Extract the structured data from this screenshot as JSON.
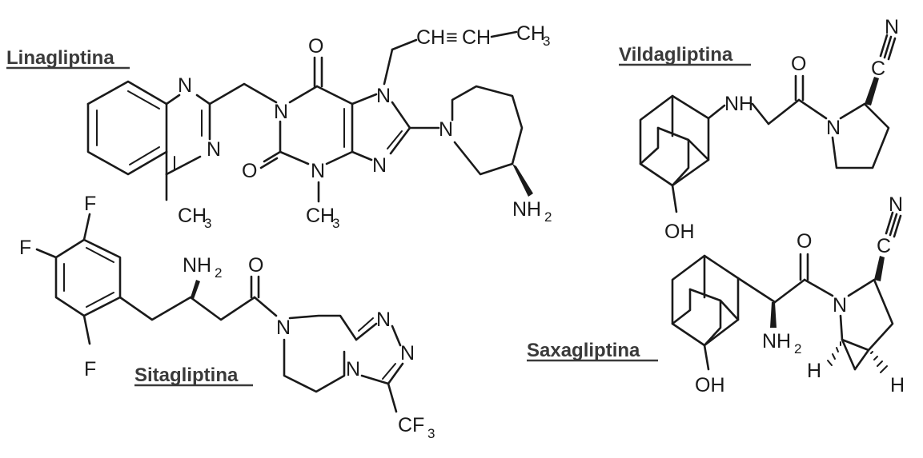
{
  "titles": {
    "linagliptina": "Linagliptina",
    "vildagliptina": "Vildagliptina",
    "sitagliptina": "Sitagliptina",
    "saxagliptina": "Saxagliptina"
  },
  "labels": {
    "O": "O",
    "N": "N",
    "F": "F",
    "H": "H",
    "NH": "NH",
    "OH": "OH",
    "C": "C",
    "CH": "CH",
    "CH3_base": "CH",
    "NH2_base": "NH",
    "CF3_base": "CF",
    "sub3": "3",
    "sub2": "2",
    "triple": "≡",
    "dash": "—"
  }
}
